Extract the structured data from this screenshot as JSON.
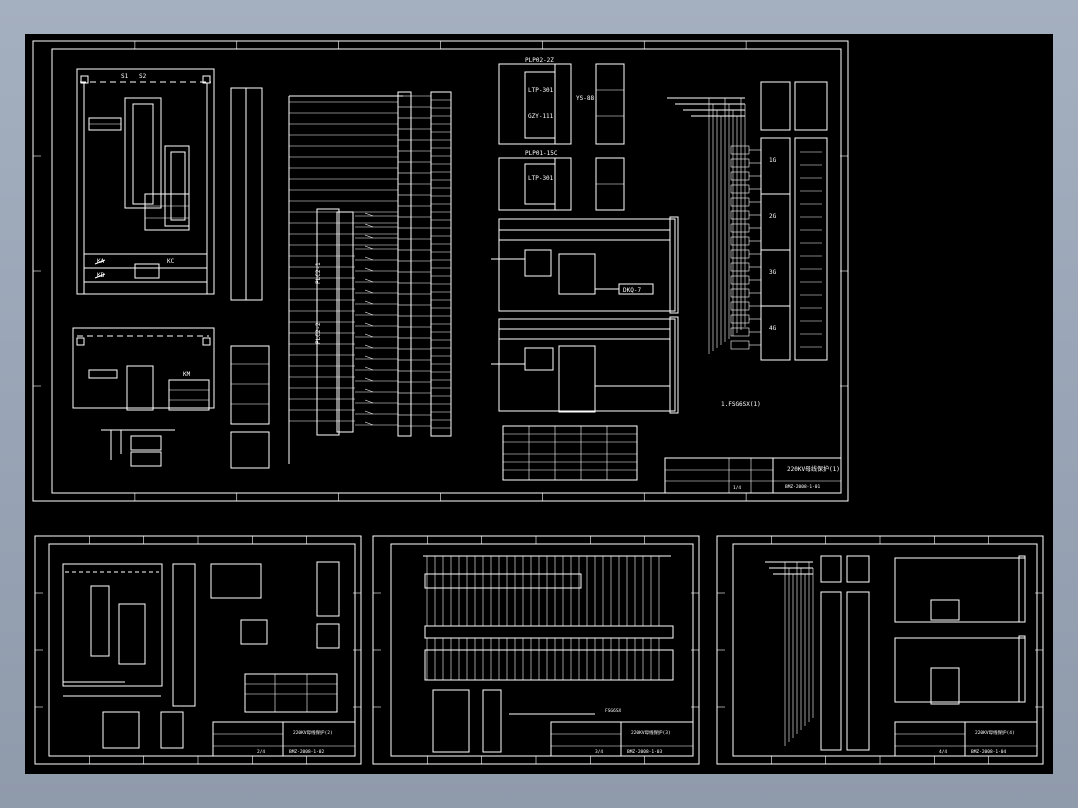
{
  "drawing_set": {
    "background_color": "#000000",
    "line_color": "#ffffff",
    "desktop_color": "#9aa6b7"
  },
  "main_sheet": {
    "device_labels": {
      "ptop": "PLP02-2Z",
      "pbottom": "PLP01-15C",
      "lt_top": "LTP-301",
      "lt_bot": "LTP-301",
      "gz": "GZY-111",
      "ys": "YS-88",
      "dkq": "DKQ-7",
      "plc_a": "PLC2-1",
      "plc_b": "PLC2-2",
      "stage_1": "1G",
      "stage_2": "2G",
      "stage_3": "3G",
      "stage_4": "4G"
    },
    "coil_labels": {
      "top_left": "S1",
      "top_right": "S2",
      "ka": "KA",
      "kb": "KB",
      "kc": "KC",
      "km": "KM"
    },
    "note": "1.FSG6SX(1)",
    "title_block": {
      "title": "220KV母线保护(1)",
      "drawing_no": "BMZ-2008-1-01",
      "sheet": "1/4"
    }
  },
  "sheet_2": {
    "title_block": {
      "title": "220KV母线保护(2)",
      "drawing_no": "BMZ-2008-1-02",
      "sheet": "2/4"
    }
  },
  "sheet_3": {
    "note": "FSG6SX",
    "title_block": {
      "title": "220KV母线保护(3)",
      "drawing_no": "BMZ-2008-1-03",
      "sheet": "3/4"
    }
  },
  "sheet_4": {
    "title_block": {
      "title": "220KV母线保护(4)",
      "drawing_no": "BMZ-2008-1-04",
      "sheet": "4/4"
    }
  }
}
